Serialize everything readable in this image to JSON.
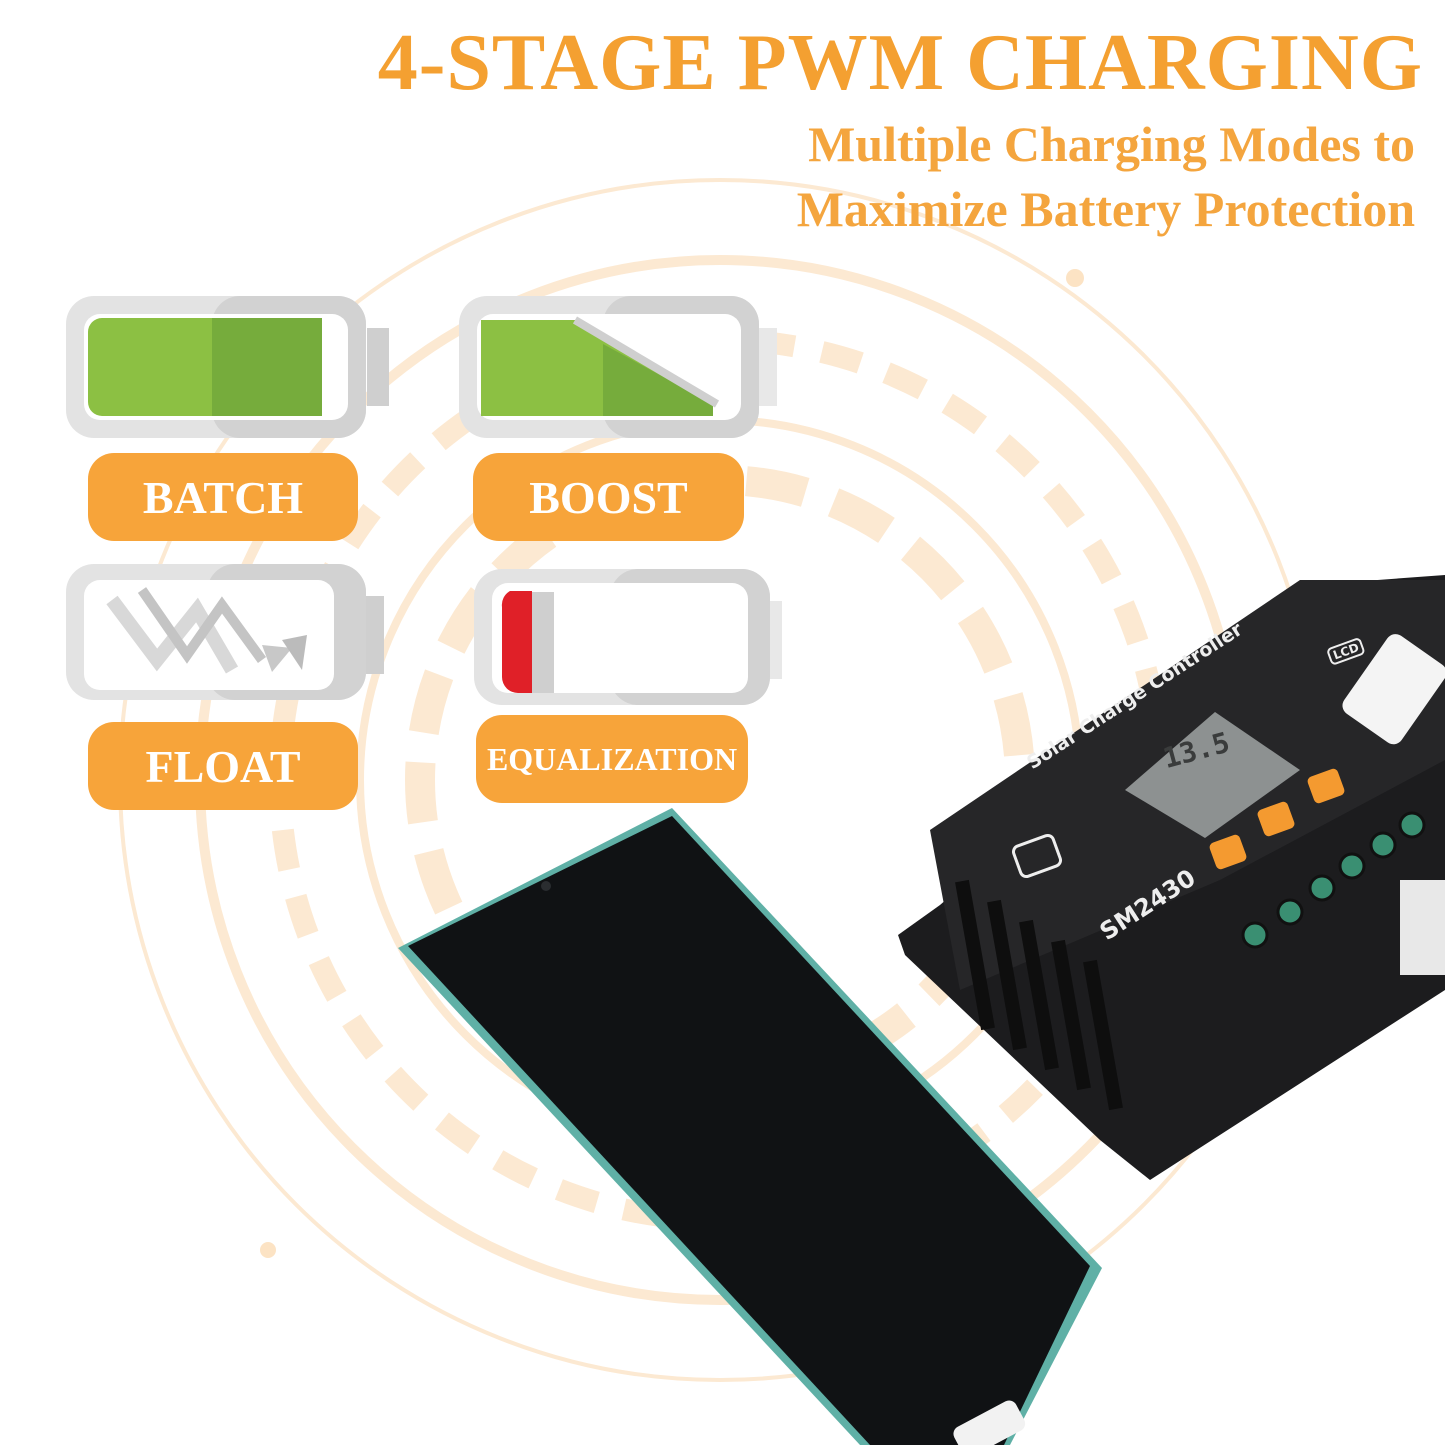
{
  "header": {
    "title": "4-STAGE PWM CHARGING",
    "subtitle_line1": "Multiple Charging Modes to",
    "subtitle_line2": "Maximize Battery Protection"
  },
  "stages": [
    {
      "label": "BATCH",
      "icon": "battery-full-icon"
    },
    {
      "label": "BOOST",
      "icon": "battery-boost-icon"
    },
    {
      "label": "FLOAT",
      "icon": "battery-float-icon"
    },
    {
      "label": "EQUALIZATION",
      "icon": "battery-low-icon"
    }
  ],
  "controller": {
    "brand_text": "Solar Charge Controller",
    "model": "SM2430",
    "lcd_label": "LCD",
    "lcd_reading": "13.5"
  },
  "colors": {
    "accent": "#f7a43a",
    "green": "#8cc043",
    "red": "#e02028"
  }
}
